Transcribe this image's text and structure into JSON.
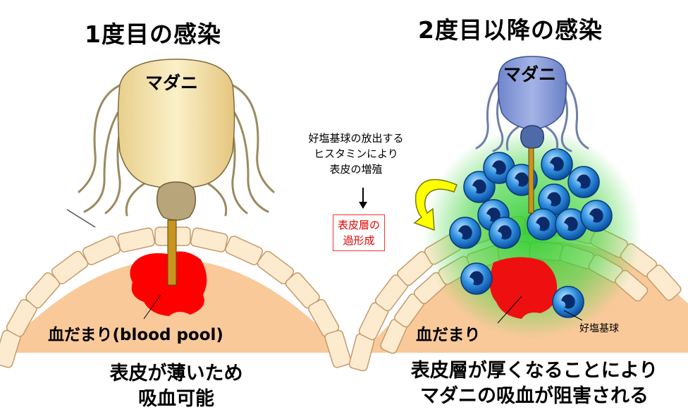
{
  "left_panel": {
    "title": "1度目の感染",
    "tick_label": "マダニ",
    "pool_label": "血だまり(blood pool)",
    "caption_line1": "表皮が薄いため",
    "caption_line2": "吸血可能"
  },
  "right_panel": {
    "title": "2度目以降の感染",
    "tick_label": "マダニ",
    "note_line1": "好塩基球の放出する",
    "note_line2": "ヒスタミンにより",
    "note_line3": "表皮の増殖",
    "boxed_line1": "表皮層の",
    "boxed_line2": "過形成",
    "pool_label": "血だまり",
    "basophil_label": "好塩基球",
    "caption_line1": "表皮層が厚くなることにより",
    "caption_line2": "マダニの吸血が阻害される"
  },
  "colors": {
    "skin": "#f9c99a",
    "cell_fill": "#fdebd0",
    "cell_stroke": "#c49a6c",
    "blood": "#ff0000",
    "tick_body_left": "#f5e3b0",
    "tick_body_right": "#8ea1d8",
    "basophil": "#1b6fc4",
    "inflammation": "#2ecc2e",
    "arrow_yellow": "#ffff00",
    "box_red": "#ff3030"
  }
}
